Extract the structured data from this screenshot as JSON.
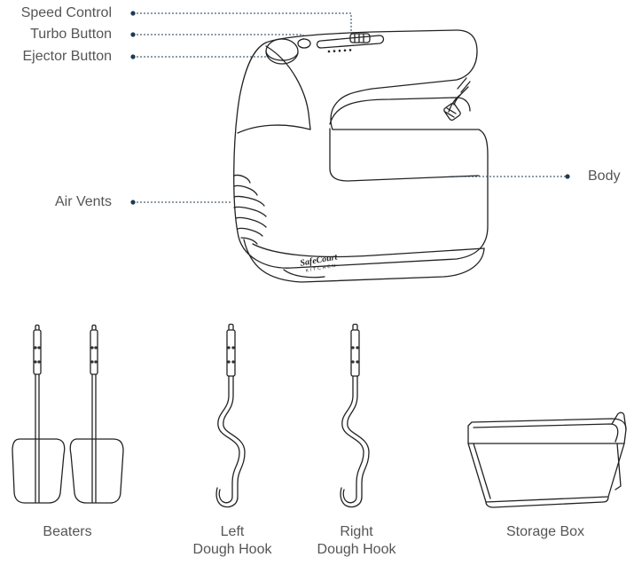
{
  "callouts": {
    "speed_control": "Speed Control",
    "turbo_button": "Turbo Button",
    "ejector_button": "Ejector Button",
    "air_vents": "Air Vents",
    "body": "Body"
  },
  "brand": {
    "logo_text": "SafeCourt",
    "logo_subtext": "KITCHEN"
  },
  "accessories": {
    "beaters": "Beaters",
    "left_hook_line1": "Left",
    "left_hook_line2": "Dough Hook",
    "right_hook_line1": "Right",
    "right_hook_line2": "Dough Hook",
    "storage_box": "Storage Box"
  },
  "colors": {
    "line": "#222222",
    "leader": "#1f3a52",
    "label": "#555555"
  }
}
